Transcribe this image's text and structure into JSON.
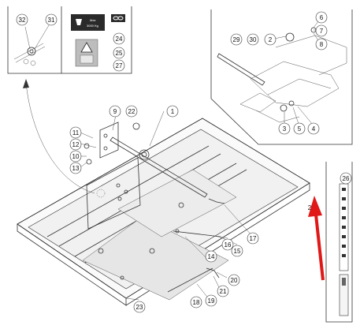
{
  "callouts": {
    "c1": "1",
    "c2": "2",
    "c3": "3",
    "c4": "4",
    "c5": "5",
    "c6": "6",
    "c7": "7",
    "c8": "8",
    "c9": "9",
    "c10": "10",
    "c11": "11",
    "c12": "12",
    "c13": "13",
    "c14": "14",
    "c15": "15",
    "c16": "16",
    "c17": "17",
    "c18": "18",
    "c19": "19",
    "c20": "20",
    "c21": "21",
    "c22": "22",
    "c23": "23",
    "c24": "24",
    "c25": "25",
    "c26": "26",
    "c27": "27",
    "c29": "29",
    "c30": "30",
    "c31": "31",
    "c32": "32",
    "c2b": "2"
  },
  "label_sticker": {
    "max_text": "Max",
    "load_text": "3000 Kg"
  },
  "colors": {
    "arrow": "#e01818",
    "line": "#333333",
    "callout_fill": "#ffffff"
  },
  "icons": [
    "lift-hook-icon",
    "chain-link-icon",
    "warning-sign-icon",
    "ladder-strip-icon"
  ]
}
